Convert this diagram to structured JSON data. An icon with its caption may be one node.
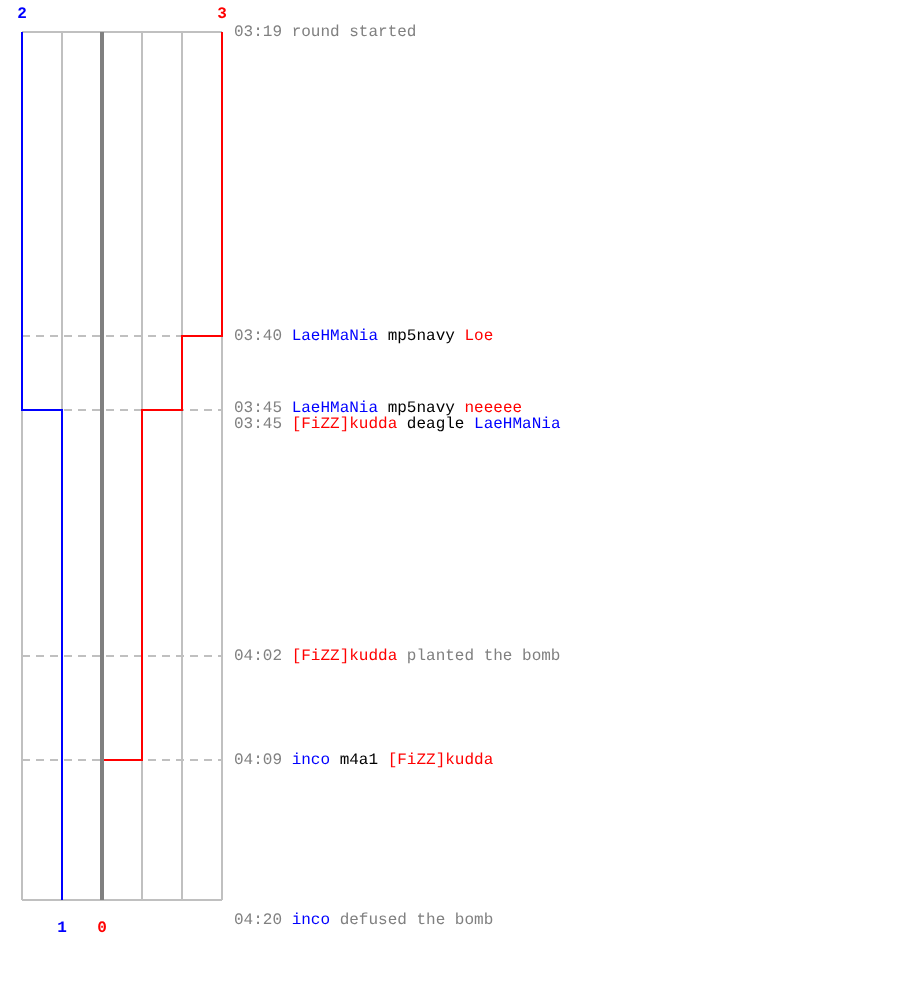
{
  "diagram": {
    "labels": [
      "2",
      "3",
      "03:19",
      "round started",
      "03:40",
      "LaeHMaNia",
      "mp5navy",
      "Loe",
      "03:45",
      "LaeHMaNia",
      "mp5navy",
      "neeeee",
      "03:45",
      "[FiZZ]kudda",
      "deagle",
      "LaeHMaNia",
      "04:02",
      "[FiZZ]kudda",
      "planted the bomb",
      "04:09",
      "inco",
      "m4a1",
      "[FiZZ]kudda",
      "1",
      "0",
      "04:20",
      "inco",
      "defused the bomb"
    ]
  }
}
